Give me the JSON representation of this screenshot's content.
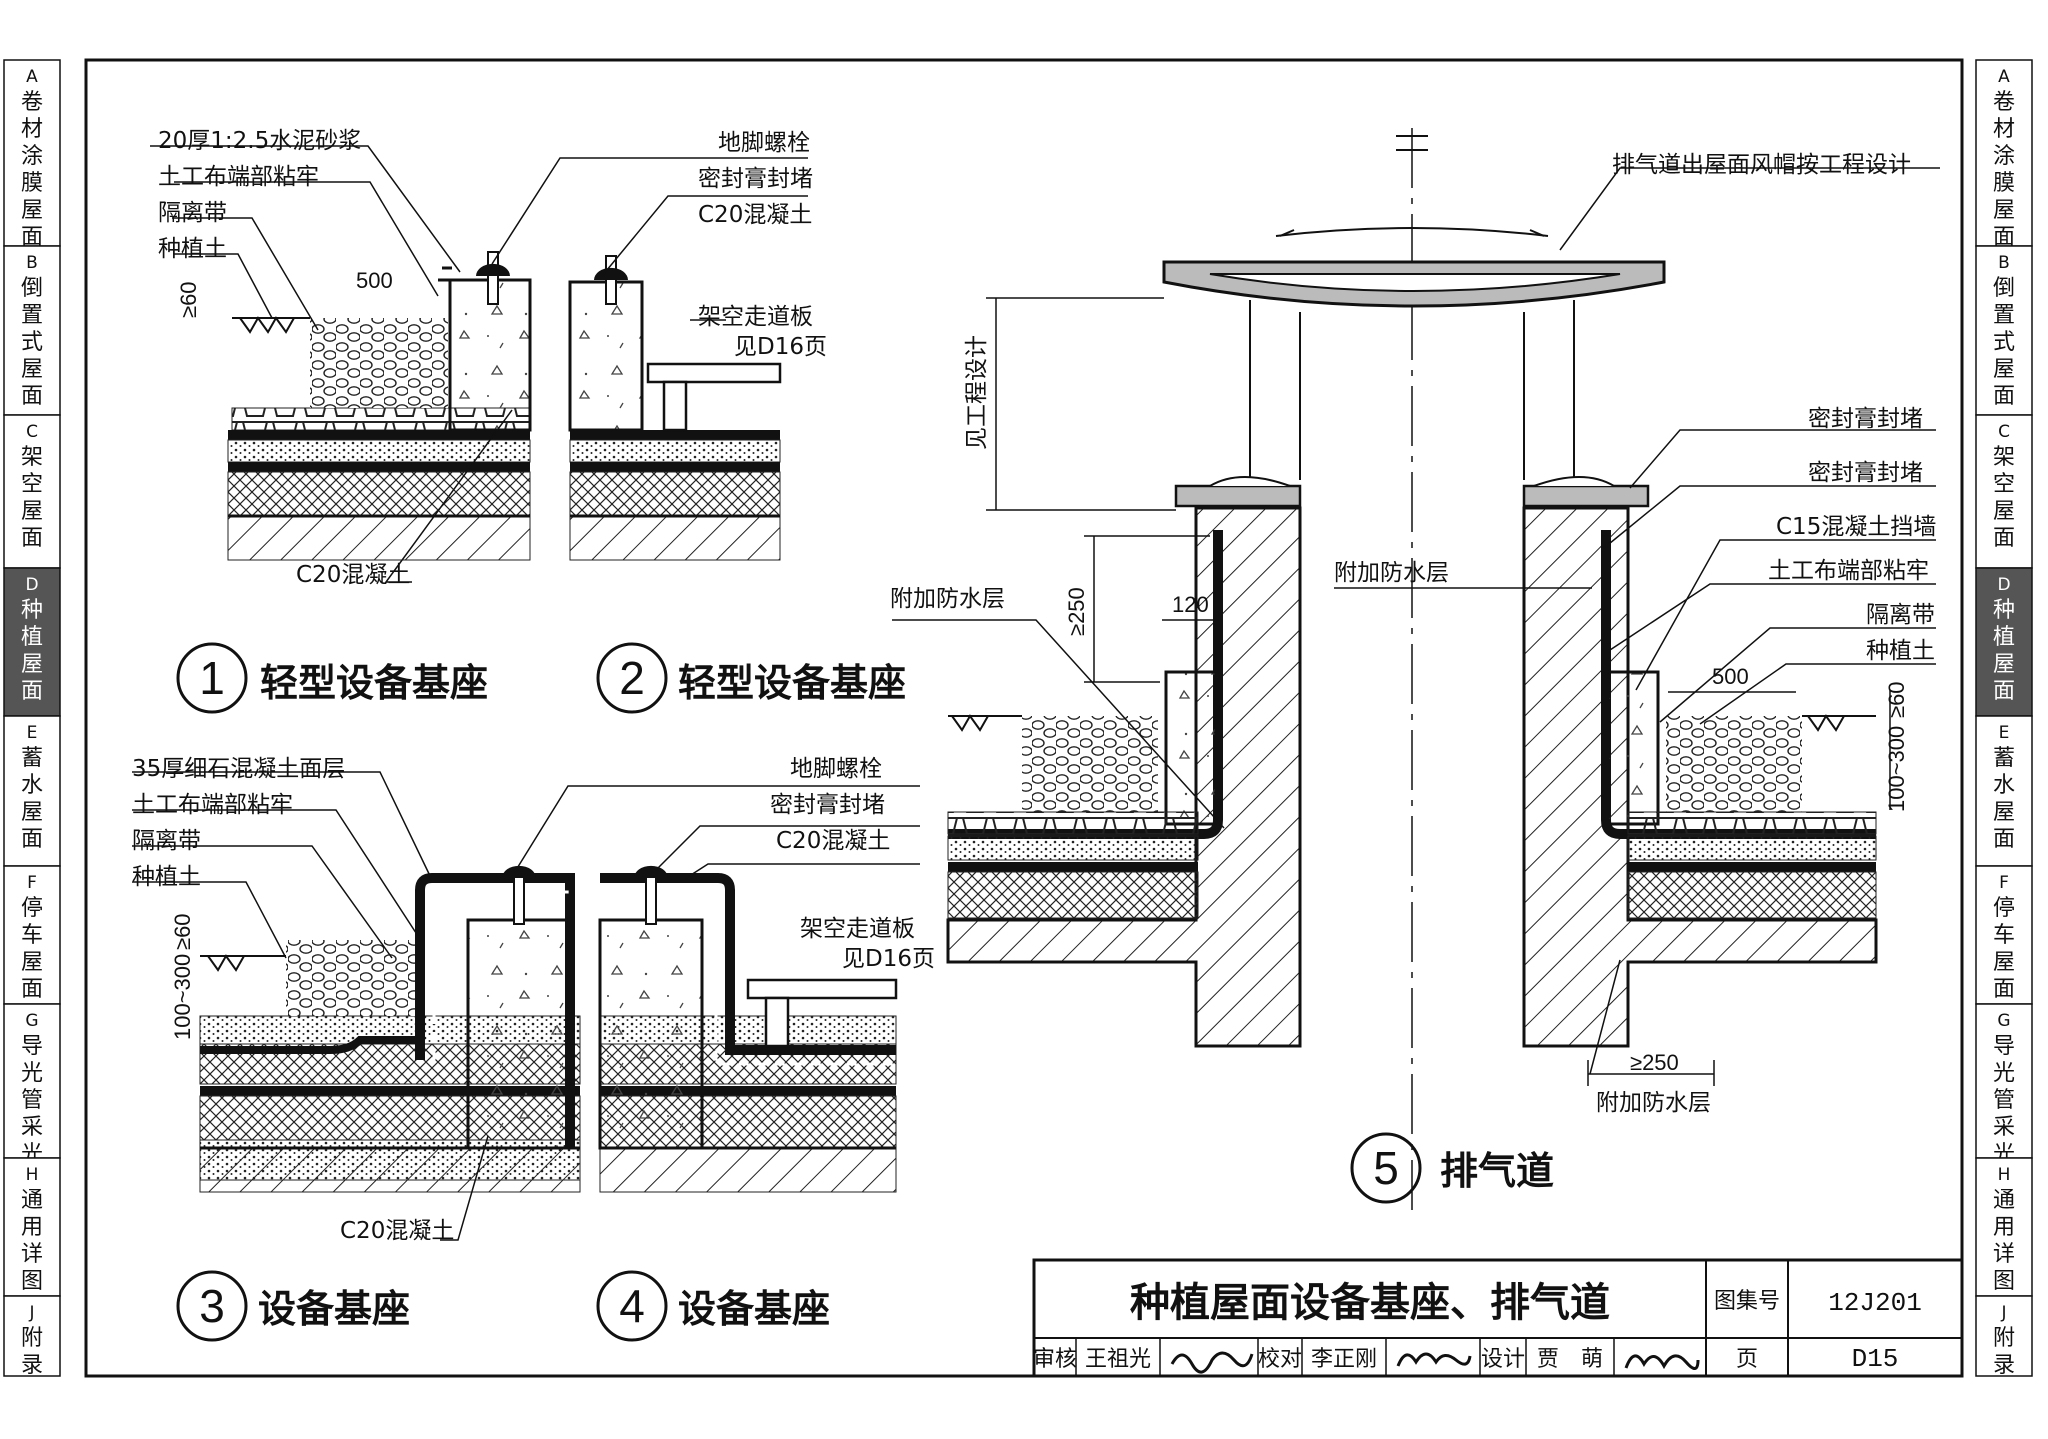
{
  "title_block": {
    "title": "种植屋面设备基座、排气道",
    "atlas_label": "图集号",
    "atlas_no": "12J201",
    "page_label": "页",
    "page_no": "D15",
    "review_label": "审核",
    "review_name": "王祖光",
    "check_label": "校对",
    "check_name": "李正刚",
    "design_label": "设计",
    "design_name": "贾　萌"
  },
  "sections": [
    {
      "letter": "A",
      "name": "卷材涂膜屋面"
    },
    {
      "letter": "B",
      "name": "倒置式屋面"
    },
    {
      "letter": "C",
      "name": "架空屋面"
    },
    {
      "letter": "D",
      "name": "种植屋面"
    },
    {
      "letter": "E",
      "name": "蓄水屋面"
    },
    {
      "letter": "F",
      "name": "停车屋面"
    },
    {
      "letter": "G",
      "name": "导光管采光"
    },
    {
      "letter": "H",
      "name": "通用详图"
    },
    {
      "letter": "J",
      "name": "附录"
    }
  ],
  "active_section": "D",
  "details": {
    "d1": {
      "num": "1",
      "caption": "轻型设备基座"
    },
    "d2": {
      "num": "2",
      "caption": "轻型设备基座"
    },
    "d3": {
      "num": "3",
      "caption": "设备基座"
    },
    "d4": {
      "num": "4",
      "caption": "设备基座"
    },
    "d5": {
      "num": "5",
      "caption": "排气道"
    }
  },
  "labels": {
    "d1_mortar": "20厚1:2.5水泥砂浆",
    "d1_geotextile": "土工布端部粘牢",
    "d1_isolation": "隔离带",
    "d1_soil": "种植土",
    "d1_dim_500": "500",
    "d1_dim_60": "≥60",
    "d1_c20": "C20混凝土",
    "d2_bolt": "地脚螺栓",
    "d2_sealant": "密封膏封堵",
    "d2_c20": "C20混凝土",
    "d2_walkway": "架空走道板",
    "d2_see": "见D16页",
    "d3_topping": "35厚细石混凝土面层",
    "d3_geotextile": "土工布端部粘牢",
    "d3_isolation": "隔离带",
    "d3_soil": "种植土",
    "d3_dim_60": "≥60",
    "d3_dim_range": "100~300",
    "d3_c20": "C20混凝土",
    "d4_bolt": "地脚螺栓",
    "d4_sealant": "密封膏封堵",
    "d4_c20": "C20混凝土",
    "d4_walkway": "架空走道板",
    "d4_see": "见D16页",
    "d5_cap": "排气道出屋面风帽按工程设计",
    "d5_see_design": "见工程设计",
    "d5_sealant1": "密封膏封堵",
    "d5_sealant2": "密封膏封堵",
    "d5_c15": "C15混凝土挡墙",
    "d5_geotextile": "土工布端部粘牢",
    "d5_isolation": "隔离带",
    "d5_soil": "种植土",
    "d5_extra_left": "附加防水层",
    "d5_extra_mid": "附加防水层",
    "d5_extra_bottom": "附加防水层",
    "d5_dim_250a": "≥250",
    "d5_dim_120": "120",
    "d5_dim_500": "500",
    "d5_dim_60": "≥60",
    "d5_dim_range": "100~300",
    "d5_dim_250b": "≥250"
  }
}
